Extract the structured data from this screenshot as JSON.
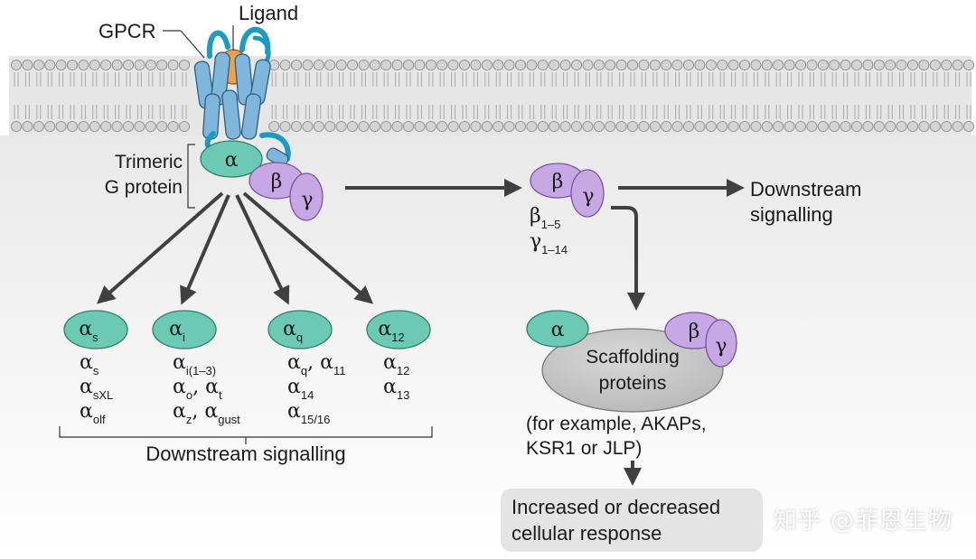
{
  "labels": {
    "gpcr": "GPCR",
    "ligand": "Ligand",
    "trimeric_line1": "Trimeric",
    "trimeric_line2": "G protein",
    "alpha": "α",
    "beta": "β",
    "gamma": "γ",
    "downstream_right_line1": "Downstream",
    "downstream_right_line2": "signalling",
    "downstream_bottom": "Downstream signalling",
    "scaffold_line1": "Scaffolding",
    "scaffold_line2": "proteins",
    "example_line1": "(for example, AKAPs,",
    "example_line2": "KSR1 or JLP)",
    "response_line1": "Increased or decreased",
    "response_line2": "cellular response"
  },
  "free_subunits": {
    "beta_sym": "β",
    "beta_sub": "1–5",
    "gamma_sym": "γ",
    "gamma_sub": "1–14"
  },
  "families": [
    {
      "sub": "s",
      "members": [
        [
          "α",
          "s"
        ],
        [
          "α",
          "sXL"
        ],
        [
          "α",
          "olf"
        ]
      ]
    },
    {
      "sub": "i",
      "members": [
        [
          "α",
          "i(1–3)"
        ],
        [
          "α",
          "o",
          ", ",
          "α",
          "t"
        ],
        [
          "α",
          "z",
          ", ",
          "α",
          "gust"
        ]
      ]
    },
    {
      "sub": "q",
      "members": [
        [
          "α",
          "q",
          ", ",
          "α",
          "11"
        ],
        [
          "α",
          "14"
        ],
        [
          "α",
          "15/16"
        ]
      ]
    },
    {
      "sub": "12",
      "members": [
        [
          "α",
          "12"
        ],
        [
          "α",
          "13"
        ]
      ]
    }
  ],
  "watermark": "知乎 @菲恩生物",
  "colors": {
    "alpha_fill": "#6cc9b2",
    "betagamma_fill": "#c8a8e4",
    "helix_fill": "#7fb6dc",
    "ligand_fill": "#f0a04b",
    "loop_stroke": "#1b9bc0",
    "arrow": "#404040",
    "scaffold_fill": "#c7c7c7",
    "response_fill": "#e4e4e4"
  }
}
